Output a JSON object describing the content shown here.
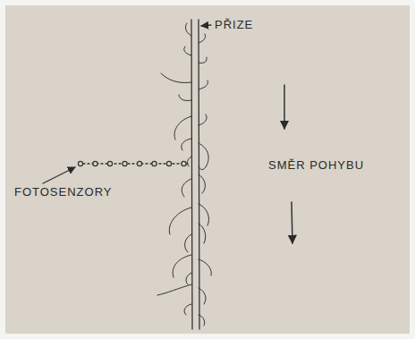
{
  "diagram": {
    "labels": [
      "PŘIZE",
      "FOTOSENZORY",
      "SMĚR POHYBU"
    ]
  }
}
